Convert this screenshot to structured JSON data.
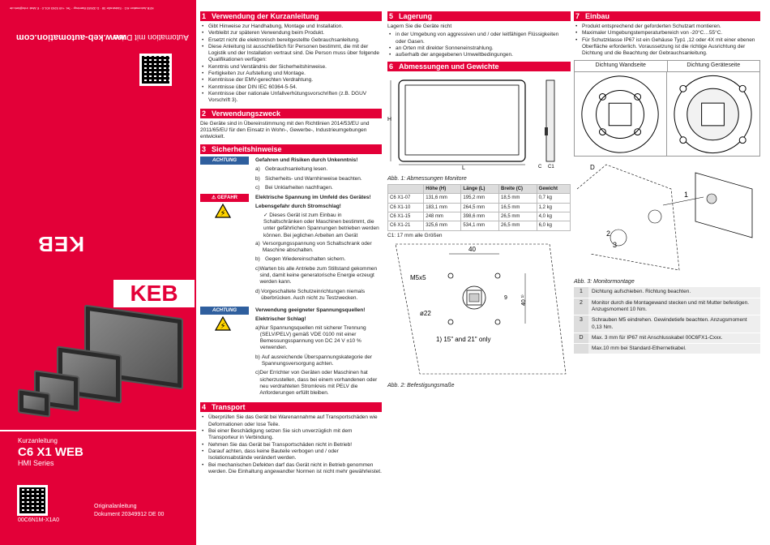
{
  "cover": {
    "website": "www.keb-automation.com",
    "slogan": "Automation mit Drive",
    "address": "KEB Automation KG · Südstraße 38 · D-32683 Barntrup · Tel. +49 5263 401-0 · E-Mail: info@keb.de",
    "logo": "KEB",
    "doc_type": "Kurzanleitung",
    "product": "C6 X1 WEB",
    "series": "HMI Series",
    "doc_number": "00C6N1M-X1A0",
    "original_label": "Originalanleitung",
    "document_label": "Dokument 20349912 DE 00",
    "brand_color": "#e30038"
  },
  "s1": {
    "num": "1",
    "title": "Verwendung der Kurzanleitung",
    "items": [
      "Gibt Hinweise zur Handhabung, Montage und Installation.",
      "Verbleibt zur späteren Verwendung beim Produkt.",
      "Ersetzt nicht die elektronisch bereitgestellte Gebrauchsanleitung.",
      "Diese Anleitung ist ausschließlich für Personen bestimmt, die mit der Logistik und der Installation vertraut sind. Die Person muss über folgende Qualifikationen verfügen:",
      "Kenntnis und Verständnis der Sicherheitshinweise.",
      "Fertigkeiten zur Aufstellung und Montage.",
      "Kenntnisse der EMV-gerechten Verdrahtung.",
      "Kenntnisse über DIN IEC 60364-5-54.",
      "Kenntnisse über nationale Unfallverhütungsvorschriften (z.B. DGUV Vorschrift 3)."
    ]
  },
  "s2": {
    "num": "2",
    "title": "Verwendungszweck",
    "text": "Die Geräte sind in Übereinstimmung mit den Richtlinien 2014/53/EU und 2011/65/EU für den Einsatz in Wohn-, Gewerbe-, Industrieumgebungen entwickelt."
  },
  "s3": {
    "num": "3",
    "title": "Sicherheitshinweise",
    "tag1": "ACHTUNG",
    "warn1": "Gefahren und Risiken durch Unkenntnis!",
    "w1a": "Gebrauchsanleitung lesen.",
    "w1b": "Sicherheits- und Warnhinweise beachten.",
    "w1c": "Bei Unklarheiten nachfragen.",
    "tag2": "GEFAHR",
    "warn2": "Elektrische Spannung im Umfeld des Gerätes!",
    "warn2b": "Lebensgefahr durch Stromschlag!",
    "check": "Dieses Gerät ist zum Einbau in Schaltschränken oder Maschinen bestimmt, die unter gefährlichen Spannungen betrieben werden können. Bei jeglichen Arbeiten am Gerät",
    "w2a": "Versorgungsspannung von Schaltschrank oder Maschine abschalten.",
    "w2b": "Gegen Wiedereinschalten sichern.",
    "w2c": "Warten bis alle Antriebe zum Stillstand gekommen sind, damit keine generatorische Energie erzeugt werden kann.",
    "w2d": "Vorgeschaltete Schutzeinrichtungen niemals überbrücken. Auch nicht zu Testzwecken.",
    "tag3": "ACHTUNG",
    "warn3": "Verwendung geeigneter Spannungsquellen!",
    "warn3b": "Elektrischer Schlag!",
    "w3a": "Nur Spannungsquellen mit sicherer Trennung (SELV/PELV) gemäß VDE 0100 mit einer Bemessungsspannung von DC 24 V ±10 % verwenden.",
    "w3b": "Auf ausreichende Überspannungskategorie der Spannungsversorgung achten.",
    "w3c": "Der Errichter von Geräten oder Maschinen hat sicherzustellen, dass bei einem vorhandenen oder neu verdrahteten Stromkreis mit PELV die Anforderungen erfüllt bleiben."
  },
  "s4": {
    "num": "4",
    "title": "Transport",
    "items": [
      "Überprüfen Sie das Gerät bei Warenannahme auf Transportschäden wie Deformationen oder lose Teile.",
      "Bei einer Beschädigung setzen Sie sich unverzüglich mit dem Transporteur in Verbindung.",
      "Nehmen Sie das Gerät bei Transportschäden nicht in Betrieb!",
      "Darauf achten, dass keine Bauteile verbogen und / oder Isolationsabstände verändert werden.",
      "Bei mechanischen Defekten darf das Gerät nicht in Betrieb genommen werden. Die Einhaltung angewandter Normen ist nicht mehr gewährleistet."
    ]
  },
  "s5": {
    "num": "5",
    "title": "Lagerung",
    "intro": "Lagern Sie die Geräte nicht",
    "items": [
      "in der Umgebung von aggressiven und / oder leitfähigen Flüssigkeiten oder Gasen.",
      "an Orten mit direkter Sonneneinstrahlung.",
      "außerhalb der angegebenen Umweltbedingungen."
    ]
  },
  "s6": {
    "num": "6",
    "title": "Abmessungen und Gewichte",
    "labels": {
      "H": "H",
      "L": "L",
      "C": "C",
      "C1": "C1"
    },
    "cap1": "Abb. 1: Abmessungen Monitore",
    "table": {
      "head": [
        "",
        "Höhe (H)",
        "Länge (L)",
        "Breite (C)",
        "Gewicht"
      ],
      "rows": [
        [
          "C6 X1-07",
          "131,6 mm",
          "195,2 mm",
          "18,5 mm",
          "0,7 kg"
        ],
        [
          "C6 X1-10",
          "183,1 mm",
          "264,5 mm",
          "16,5 mm",
          "1,2 kg"
        ],
        [
          "C6 X1-15",
          "248 mm",
          "398,6 mm",
          "26,5 mm",
          "4,0 kg"
        ],
        [
          "C6 X1-21",
          "325,6 mm",
          "534,1 mm",
          "26,5 mm",
          "6,0 kg"
        ]
      ]
    },
    "note": "C1: 17 mm alle Größen",
    "dim40": "40",
    "dim9": "9",
    "dim40v": "40 ¹⁾",
    "m5": "M5x5",
    "d22": "ø22",
    "footnote": "1)  15\" and 21\" only",
    "cap2": "Abb. 2: Befestigungsmaße"
  },
  "s7": {
    "num": "7",
    "title": "Einbau",
    "items": [
      "Produkt entsprechend der geforderten Schutzart montieren.",
      "Maximaler Umgebungstemperaturbereich von -20°C…55°C.",
      "Für Schutzklasse IP67 ist ein Gehäuse Typ1 ,12 oder 4X mit einer ebenen Oberfläche erforderlich. Voraussetzung ist die richtige Ausrichtung der Dichtung und die Beachtung der Gebrauchsanleitung."
    ],
    "seal1": "Dichtung Wandseite",
    "seal2": "Dichtung Geräteseite",
    "lbl_d": "D",
    "lbl_1": "1",
    "lbl_2": "2",
    "lbl_3": "3",
    "cap3": "Abb. 3: Monitormontage",
    "steps": [
      {
        "k": "1",
        "v": "Dichtung aufschieben. Richtung beachten."
      },
      {
        "k": "2",
        "v": "Monitor durch die Montagewand stecken und mit Mutter befestigen. Anzugsmoment 10 Nm."
      },
      {
        "k": "3",
        "v": "Schrauben M5 eindrehen. Gewindetiefe beachten. Anzugsmoment 0,13 Nm."
      },
      {
        "k": "D",
        "v": "Max. 3 mm für IP67 mit Anschlusskabel 00C6FX1-Cxxx."
      },
      {
        "k": "",
        "v": "Max.10 mm bei Standard-Ethernetkabel."
      }
    ]
  }
}
